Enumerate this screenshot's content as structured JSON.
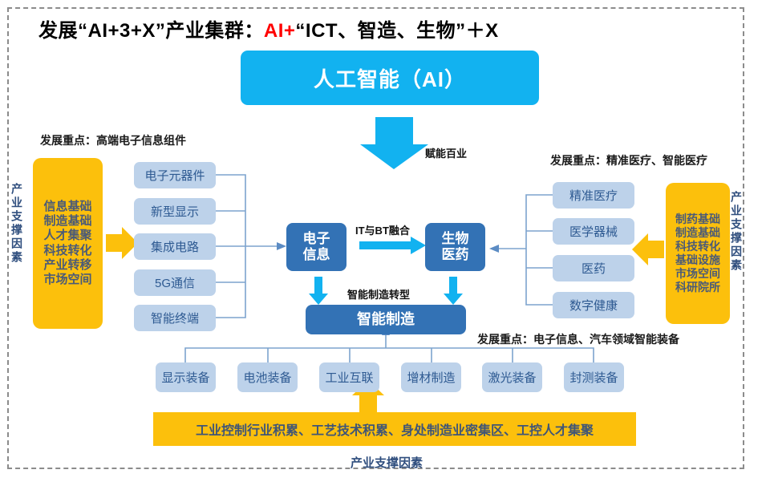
{
  "title": {
    "part1": "发展“AI+3+X”产业集群：",
    "accent": "AI+",
    "part2": "“ICT、智造、生物”＋X"
  },
  "ai": {
    "label": "人工智能（AI）",
    "arrow_label": "赋能百业"
  },
  "center": {
    "electronics": "电子\n信息",
    "biomed": "生物\n医药",
    "smart_mfg": "智能制造",
    "it_bt_label": "IT与BT融合",
    "transform_label": "智能制造转型"
  },
  "left": {
    "caption": "发展重点：高端电子信息组件",
    "vertical_label": "产业支撑因素",
    "support_items": [
      "信息基础",
      "制造基础",
      "人才集聚",
      "科技转化",
      "产业转移",
      "市场空间"
    ],
    "items": [
      "电子元器件",
      "新型显示",
      "集成电路",
      "5G通信",
      "智能终端"
    ]
  },
  "right": {
    "caption": "发展重点：精准医疗、智能医疗",
    "vertical_label": "产业支撑因素",
    "support_items": [
      "制药基础",
      "制造基础",
      "科技转化",
      "基础设施",
      "市场空间",
      "科研院所"
    ],
    "items": [
      "精准医疗",
      "医学器械",
      "医药",
      "数字健康"
    ]
  },
  "bottom": {
    "caption": "发展重点：电子信息、汽车领域智能装备",
    "items": [
      "显示装备",
      "电池装备",
      "工业互联",
      "增材制造",
      "激光装备",
      "封测装备"
    ],
    "support_bar": "工业控制行业积累、工艺技术积累、身处制造业密集区、工控人才集聚",
    "support_label": "产业支撑因素"
  },
  "colors": {
    "cyan": "#12B2F0",
    "dark_blue": "#3372B5",
    "light_blue": "#BDD2EA",
    "orange": "#FCC00C",
    "accent_red": "#FF0000",
    "connector": "#7DA3CE"
  }
}
